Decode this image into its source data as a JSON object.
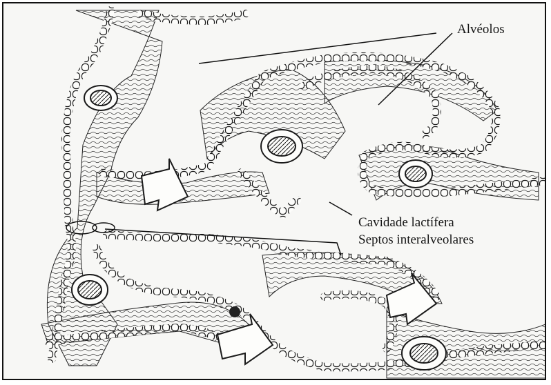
{
  "labels": {
    "alveolos": "Alvéolos",
    "cavidade": "Cavidade lactífera",
    "septos": "Septos interalveolares"
  },
  "colors": {
    "paper": "#f7f7f5",
    "ink": "#1a1a1a",
    "frame": "#111111"
  }
}
